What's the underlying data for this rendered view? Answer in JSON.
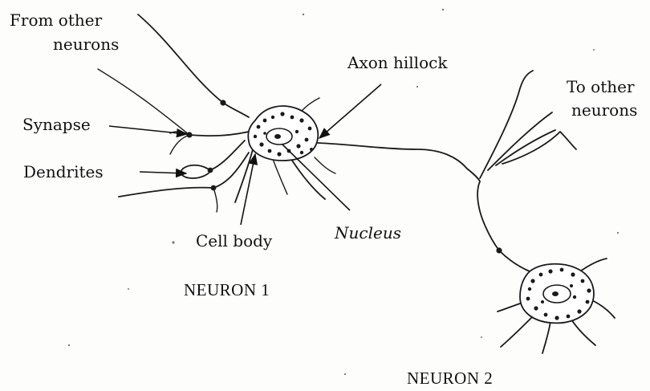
{
  "labels": {
    "from_other_neurons_line1": "From other",
    "from_other_neurons_line2": "neurons",
    "axon_hillock": "Axon hillock",
    "to_other_neurons_line1": "To other",
    "to_other_neurons_line2": "neurons",
    "synapse": "Synapse",
    "dendrites": "Dendrites",
    "cell_body": "Cell body",
    "nucleus": "Nucleus",
    "neuron1": "NEURON 1",
    "neuron2": "NEURON 2"
  },
  "colors": {
    "ink": "#1a1a1a",
    "paper": "#fdfdfb"
  }
}
